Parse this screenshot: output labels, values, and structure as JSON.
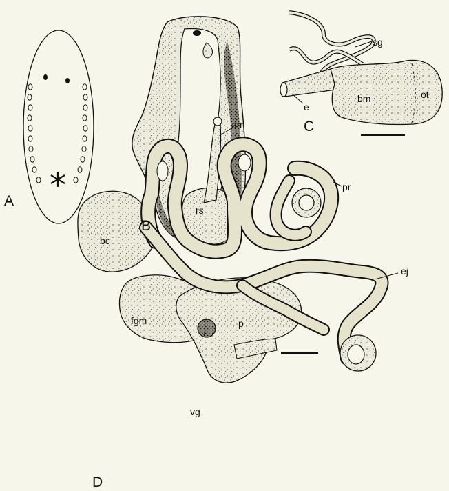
{
  "panels": {
    "a": "A",
    "b": "B",
    "c": "C",
    "d": "D"
  },
  "labels": {
    "sg": "sg",
    "e": "e",
    "bm": "bm",
    "ot": "ot",
    "am": "am",
    "pr": "pr",
    "rs": "rs",
    "bc": "bc",
    "ej": "ej",
    "fgm": "fgm",
    "p": "p",
    "vg": "vg"
  },
  "colors": {
    "ink": "#111111",
    "paper": "#f7f6ea",
    "fill": "#e9e6d1"
  }
}
